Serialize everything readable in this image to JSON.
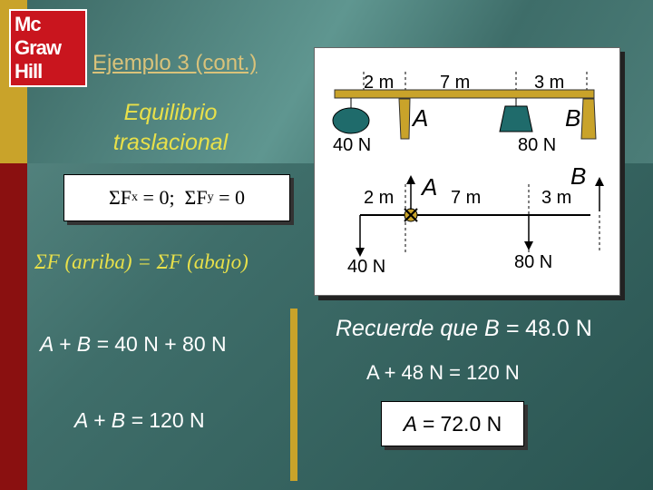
{
  "logo": {
    "line1": "Mc",
    "line2": "Graw",
    "line3": "Hill"
  },
  "title": "Ejemplo 3 (cont.)",
  "subtitle": "Equilibrio traslacional",
  "equations": {
    "sum_zero": {
      "sigma1": "ΣF",
      "sub1": "x",
      "mid": " = 0;  ΣF",
      "sub2": "y",
      "end": " = 0"
    },
    "up_down": "ΣF (arriba) = ΣF (abajo)",
    "sum_ab": {
      "var": "A + B =",
      "rest": " 40 N + 80 N"
    },
    "total_ab": {
      "var": "A + B =",
      "rest": " 120 N"
    }
  },
  "diagram": {
    "top": {
      "d1": "2 m",
      "d2": "7 m",
      "d3": "3 m",
      "left_weight": "40 N",
      "right_weight": "80 N",
      "support_a": "A",
      "support_b": "B"
    },
    "fbd": {
      "d1": "2 m",
      "a": "A",
      "d2": "7 m",
      "b": "B",
      "d3": "3 m",
      "left_force": "40 N",
      "right_force": "80 N"
    }
  },
  "recuerde": {
    "text": "Recuerde que B =",
    "value": " 48.0 N"
  },
  "step": "A + 48 N = 120 N",
  "answer": {
    "var": "A =",
    "value": " 72.0 N"
  }
}
